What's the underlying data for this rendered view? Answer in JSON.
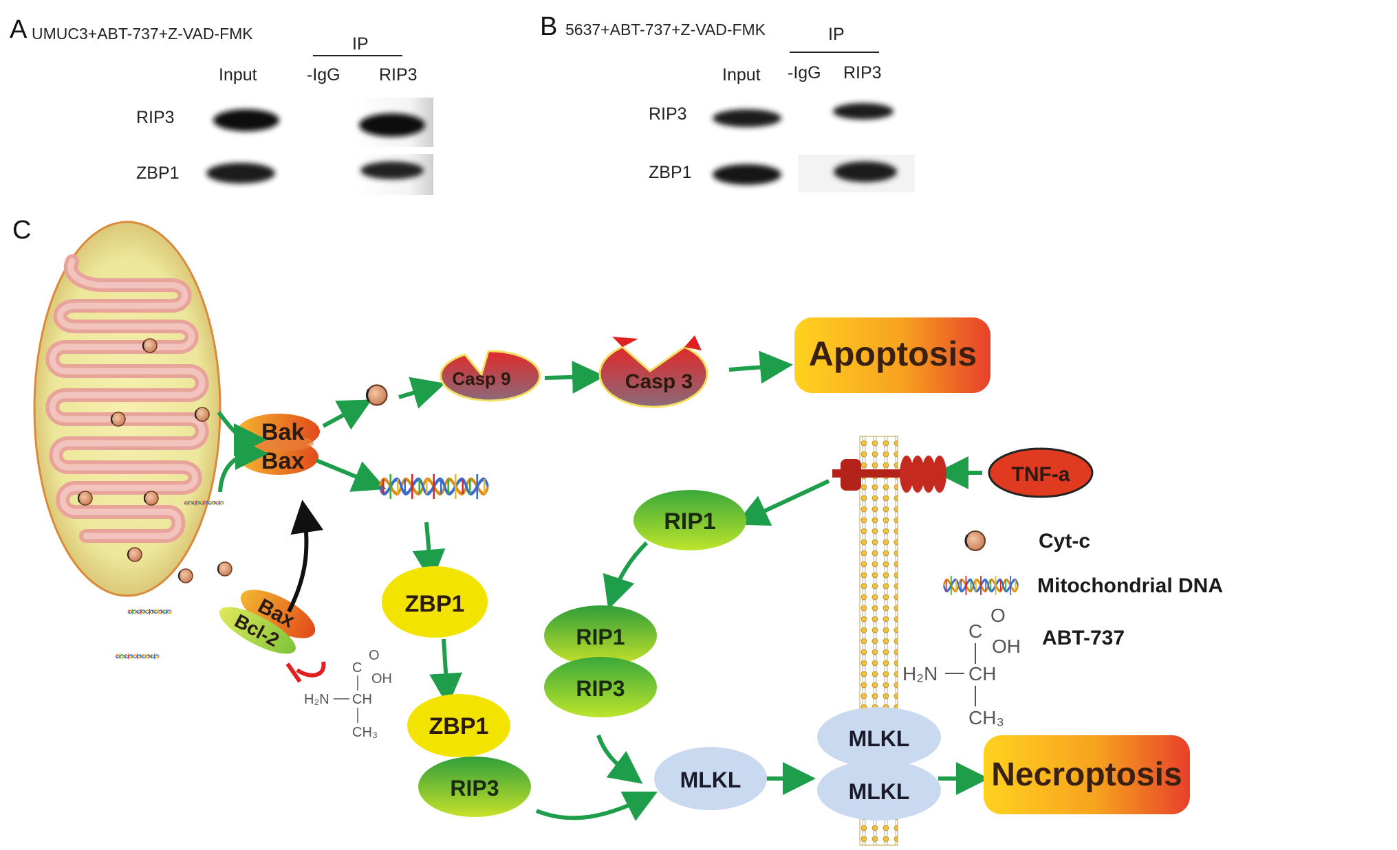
{
  "panel_a": {
    "letter": "A",
    "title": "UMUC3+ABT-737+Z-VAD-FMK",
    "ip_label": "IP",
    "columns": [
      "Input",
      "-IgG",
      "RIP3"
    ],
    "rows": [
      "RIP3",
      "ZBP1"
    ]
  },
  "panel_b": {
    "letter": "B",
    "title": "5637+ABT-737+Z-VAD-FMK",
    "ip_label": "IP",
    "columns": [
      "Input",
      "-IgG",
      "RIP3"
    ],
    "rows": [
      "RIP3",
      "ZBP1"
    ]
  },
  "panel_c": {
    "letter": "C",
    "nodes": {
      "bak": "Bak",
      "bax": "Bax",
      "bax_bound": "Bax",
      "bcl2": "Bcl-2",
      "casp9": "Casp 9",
      "casp3": "Casp 3",
      "apoptosis": "Apoptosis",
      "tnf": "TNF-a",
      "rip1": "RIP1",
      "rip1_complex": "RIP1",
      "rip3_complex": "RIP3",
      "zbp1": "ZBP1",
      "zbp1_complex": "ZBP1",
      "rip3_zbp_complex": "RIP3",
      "mlkl": "MLKL",
      "mlkl_top": "MLKL",
      "mlkl_bottom": "MLKL",
      "necroptosis": "Necroptosis"
    },
    "legend": {
      "cytc": "Cyt-c",
      "mtdna": "Mitochondrial DNA",
      "abt": "ABT-737"
    },
    "molecule": {
      "o": "O",
      "c": "C",
      "oh": "OH",
      "h2n": "H₂N",
      "ch": "CH",
      "ch3": "CH₃"
    },
    "colors": {
      "arrow": "#1e9e4a",
      "inhibitor": "#e02020",
      "mlkl": "#c9d9ef",
      "green_node": "#5cbb3a",
      "yellow_node": "#f2e400",
      "outcome_start": "#ffd21f",
      "outcome_end": "#e8402a"
    }
  }
}
